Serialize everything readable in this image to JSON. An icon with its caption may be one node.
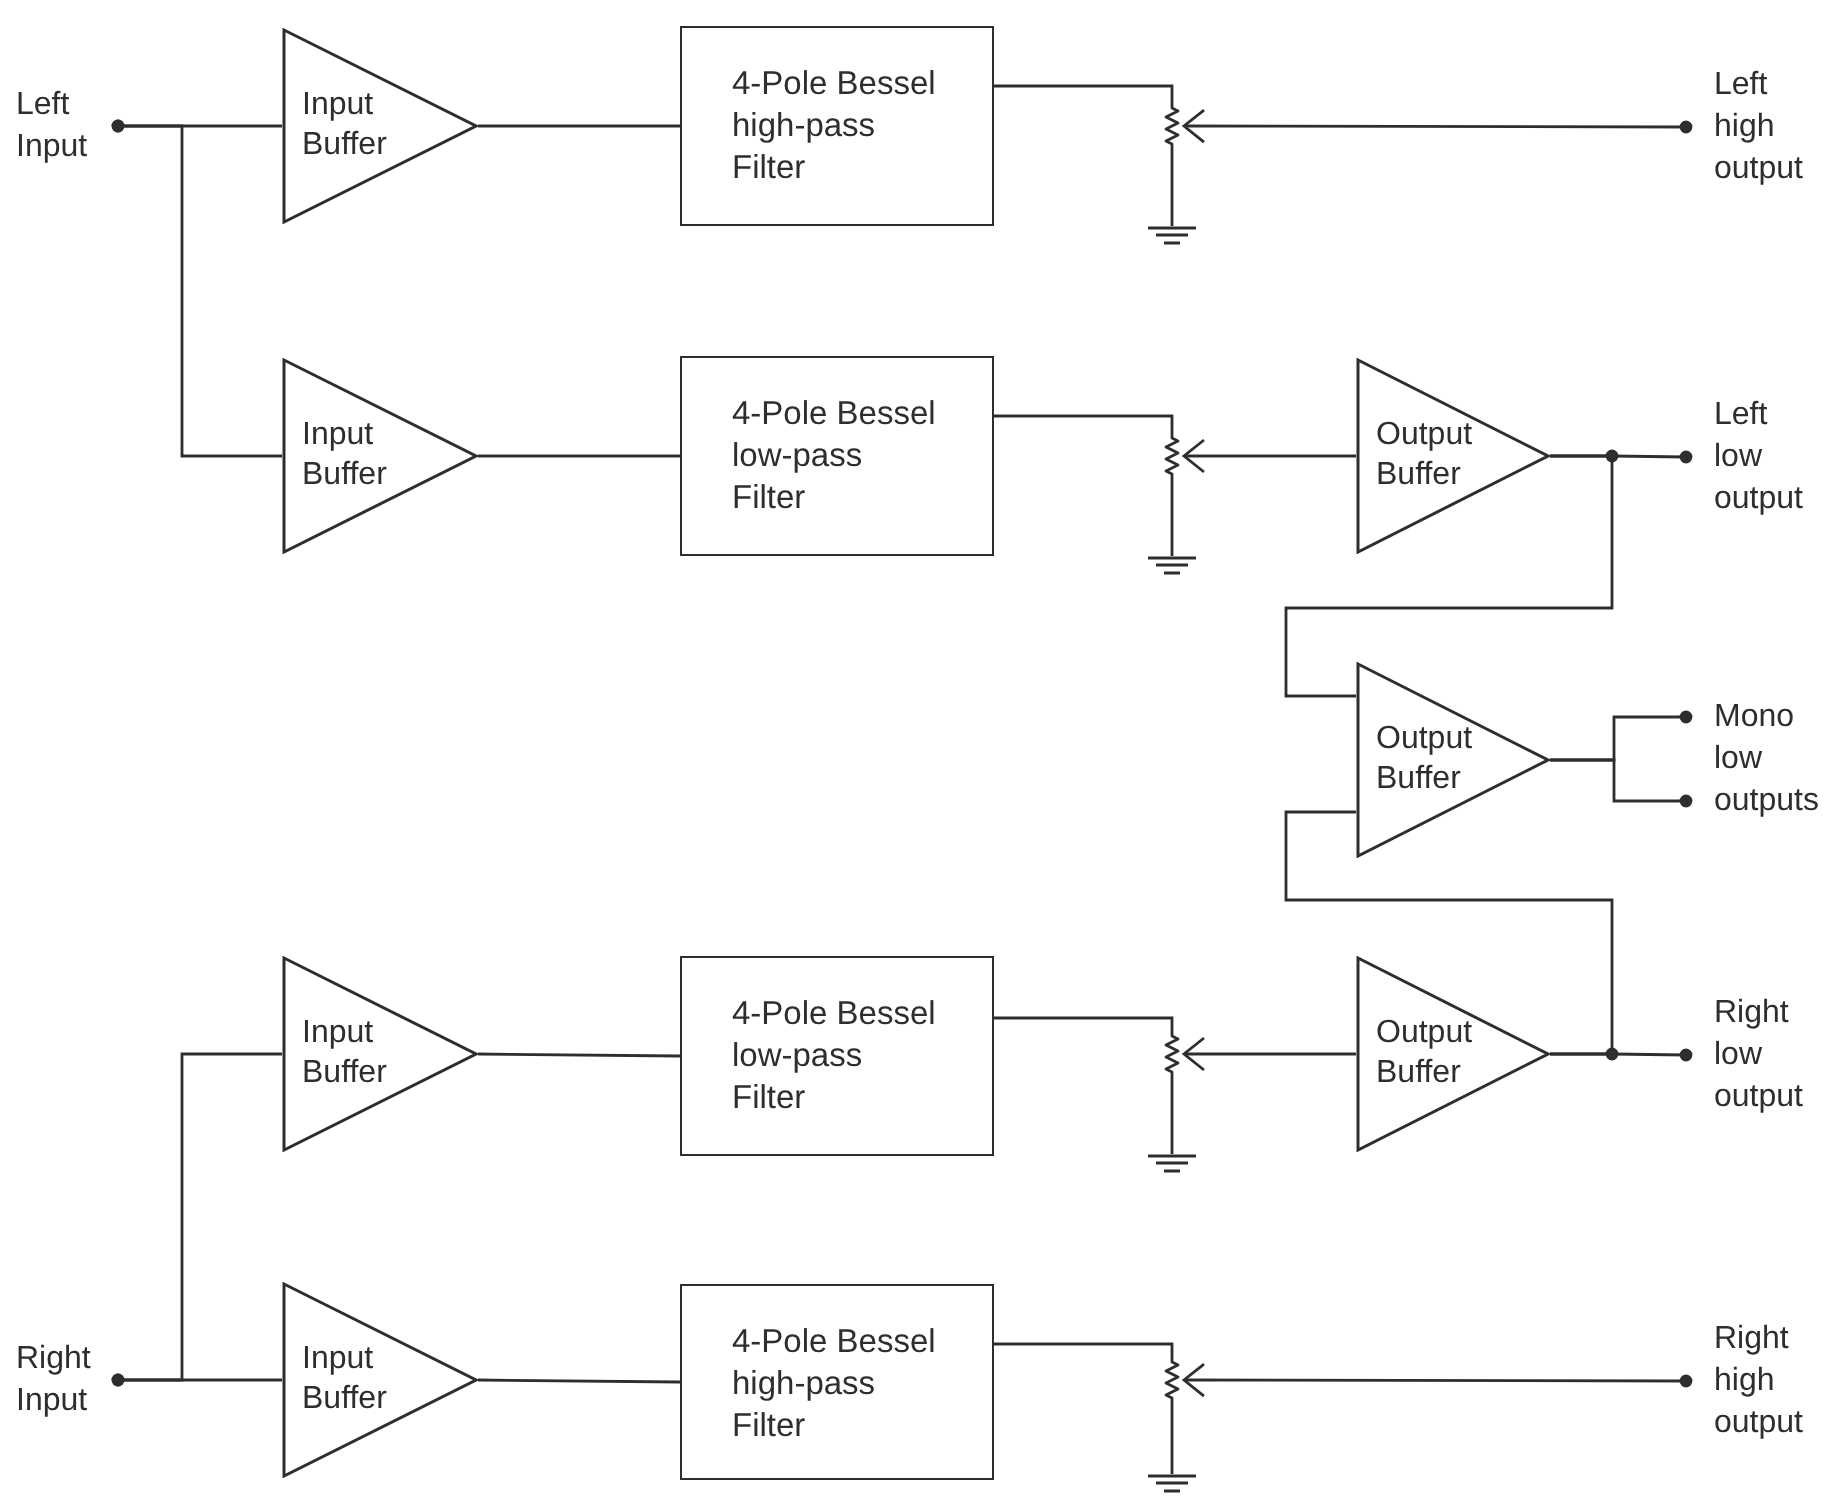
{
  "diagram": {
    "nodes": [
      {
        "text": [
          "Left Input"
        ]
      },
      {
        "text": [
          "Input Buffer"
        ]
      },
      {
        "text": [
          "4-Pole Bessel high-pass Filter"
        ]
      },
      {
        "text": [],
        "shape": "potentiometer"
      },
      {
        "text": [
          "Left high output"
        ]
      },
      {
        "text": [],
        "shape": "ground"
      },
      {
        "text": [
          "Input Buffer"
        ]
      },
      {
        "text": [
          "4-Pole Bessel low-pass Filter"
        ]
      },
      {
        "text": [],
        "shape": "potentiometer"
      },
      {
        "text": [
          "Output Buffer"
        ]
      },
      {
        "text": [
          "Left low output"
        ]
      },
      {
        "text": [],
        "shape": "ground"
      },
      {
        "text": [
          "Output Buffer"
        ]
      },
      {
        "text": [
          "Mono low outputs"
        ]
      },
      {
        "text": [
          "Input Buffer"
        ]
      },
      {
        "text": [
          "4-Pole Bessel low-pass Filter"
        ]
      },
      {
        "text": [],
        "shape": "potentiometer"
      },
      {
        "text": [
          "Output Buffer"
        ]
      },
      {
        "text": [
          "Right low output"
        ]
      },
      {
        "text": [],
        "shape": "ground"
      },
      {
        "text": [
          "Right Input"
        ]
      },
      {
        "text": [
          "Input Buffer"
        ]
      },
      {
        "text": [
          "4-Pole Bessel high-pass Filter"
        ]
      },
      {
        "text": [],
        "shape": "potentiometer"
      },
      {
        "text": [
          "Right high output"
        ]
      },
      {
        "text": [],
        "shape": "ground"
      }
    ],
    "edges": [
      {
        "from": 0,
        "to": 1,
        "arrow": "other"
      },
      {
        "from": 0,
        "to": 6,
        "arrow": "other"
      },
      {
        "from": 1,
        "to": 2,
        "arrow": "none"
      },
      {
        "from": 2,
        "to": 3,
        "arrow": "none"
      },
      {
        "from": 4,
        "to": 3,
        "arrow": "to"
      },
      {
        "from": 3,
        "to": 5,
        "arrow": "none"
      },
      {
        "from": 6,
        "to": 7,
        "arrow": "none"
      },
      {
        "from": 7,
        "to": 8,
        "arrow": "none"
      },
      {
        "from": 8,
        "to": 11,
        "arrow": "none"
      },
      {
        "from": 9,
        "to": 8,
        "arrow": "to"
      },
      {
        "from": 9,
        "to": 10,
        "arrow": "other"
      },
      {
        "from": 9,
        "to": 12,
        "arrow": "none"
      },
      {
        "from": 12,
        "to": 13,
        "arrow": "other"
      },
      {
        "from": 12,
        "to": 13,
        "arrow": "other"
      },
      {
        "from": 17,
        "to": 12,
        "arrow": "none"
      },
      {
        "from": 20,
        "to": 14,
        "arrow": "other"
      },
      {
        "from": 20,
        "to": 21,
        "arrow": "other"
      },
      {
        "from": 14,
        "to": 15,
        "arrow": "none"
      },
      {
        "from": 15,
        "to": 16,
        "arrow": "none"
      },
      {
        "from": 16,
        "to": 19,
        "arrow": "none"
      },
      {
        "from": 17,
        "to": 16,
        "arrow": "to"
      },
      {
        "from": 17,
        "to": 18,
        "arrow": "other"
      },
      {
        "from": 21,
        "to": 22,
        "arrow": "none"
      },
      {
        "from": 22,
        "to": 23,
        "arrow": "none"
      },
      {
        "from": 23,
        "to": 25,
        "arrow": "none"
      },
      {
        "from": 24,
        "to": 23,
        "arrow": "to"
      }
    ]
  }
}
